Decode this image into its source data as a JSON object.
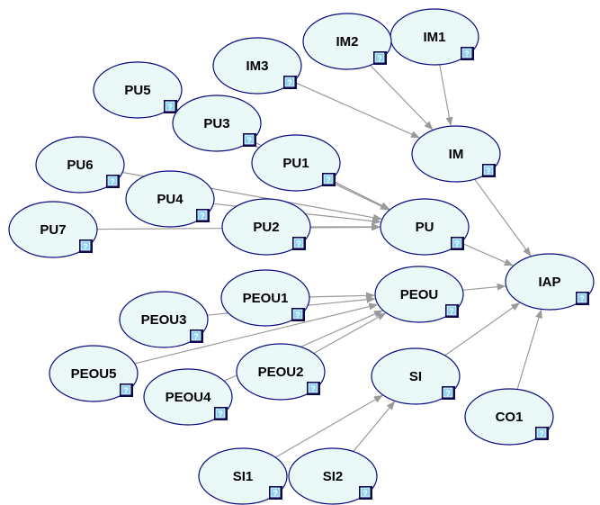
{
  "diagram": {
    "colors": {
      "node_fill": "#eaf8f8",
      "node_stroke": "#0a0a80",
      "edge": "#9a9a9a",
      "badge_bg": "#0a0a50",
      "badge_inner": "#8fd4f0",
      "badge_glyph": "#ffffff"
    },
    "badge_symbol": "?",
    "badge_icon": "help-question-icon",
    "nodes": [
      {
        "id": "IM1",
        "label": "IM1"
      },
      {
        "id": "IM2",
        "label": "IM2"
      },
      {
        "id": "IM3",
        "label": "IM3"
      },
      {
        "id": "PU5",
        "label": "PU5"
      },
      {
        "id": "PU3",
        "label": "PU3"
      },
      {
        "id": "IM",
        "label": "IM"
      },
      {
        "id": "PU1",
        "label": "PU1"
      },
      {
        "id": "PU6",
        "label": "PU6"
      },
      {
        "id": "PU4",
        "label": "PU4"
      },
      {
        "id": "PU7",
        "label": "PU7"
      },
      {
        "id": "PU2",
        "label": "PU2"
      },
      {
        "id": "PU",
        "label": "PU"
      },
      {
        "id": "IAP",
        "label": "IAP"
      },
      {
        "id": "PEOU1",
        "label": "PEOU1"
      },
      {
        "id": "PEOU",
        "label": "PEOU"
      },
      {
        "id": "PEOU3",
        "label": "PEOU3"
      },
      {
        "id": "PEOU5",
        "label": "PEOU5"
      },
      {
        "id": "PEOU2",
        "label": "PEOU2"
      },
      {
        "id": "PEOU4",
        "label": "PEOU4"
      },
      {
        "id": "SI",
        "label": "SI"
      },
      {
        "id": "CO1",
        "label": "CO1"
      },
      {
        "id": "SI1",
        "label": "SI1"
      },
      {
        "id": "SI2",
        "label": "SI2"
      }
    ],
    "edges": [
      {
        "from": "IM1",
        "to": "IM"
      },
      {
        "from": "IM2",
        "to": "IM"
      },
      {
        "from": "IM3",
        "to": "IM"
      },
      {
        "from": "IM",
        "to": "IAP"
      },
      {
        "from": "PU1",
        "to": "PU"
      },
      {
        "from": "PU2",
        "to": "PU"
      },
      {
        "from": "PU3",
        "to": "PU"
      },
      {
        "from": "PU4",
        "to": "PU"
      },
      {
        "from": "PU5",
        "to": "PU"
      },
      {
        "from": "PU6",
        "to": "PU"
      },
      {
        "from": "PU7",
        "to": "PU"
      },
      {
        "from": "PU",
        "to": "IAP"
      },
      {
        "from": "PEOU1",
        "to": "PEOU"
      },
      {
        "from": "PEOU2",
        "to": "PEOU"
      },
      {
        "from": "PEOU3",
        "to": "PEOU"
      },
      {
        "from": "PEOU4",
        "to": "PEOU"
      },
      {
        "from": "PEOU5",
        "to": "PEOU"
      },
      {
        "from": "PEOU",
        "to": "IAP"
      },
      {
        "from": "SI1",
        "to": "SI"
      },
      {
        "from": "SI2",
        "to": "SI"
      },
      {
        "from": "SI",
        "to": "IAP"
      },
      {
        "from": "CO1",
        "to": "IAP"
      }
    ]
  }
}
